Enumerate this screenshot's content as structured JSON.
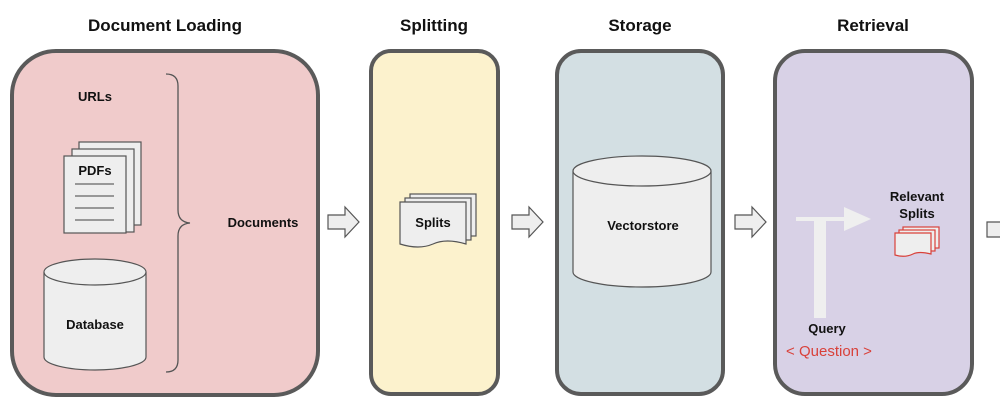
{
  "stages": [
    {
      "title": "Document Loading",
      "color": "#f0cbcb"
    },
    {
      "title": "Splitting",
      "color": "#fcf2cd"
    },
    {
      "title": "Storage",
      "color": "#d3dfe3"
    },
    {
      "title": "Retrieval",
      "color": "#d8d1e6"
    }
  ],
  "loading": {
    "urls": "URLs",
    "pdfs": "PDFs",
    "database": "Database",
    "documents": "Documents"
  },
  "splitting": {
    "splits": "Splits"
  },
  "storage": {
    "vectorstore": "Vectorstore"
  },
  "retrieval": {
    "relevant_line1": "Relevant",
    "relevant_line2": "Splits",
    "query": "Query",
    "question": "< Question >"
  },
  "colors": {
    "border": "#5a5a5a",
    "shape_fill": "#eeeeee",
    "highlight": "#d9413a"
  }
}
